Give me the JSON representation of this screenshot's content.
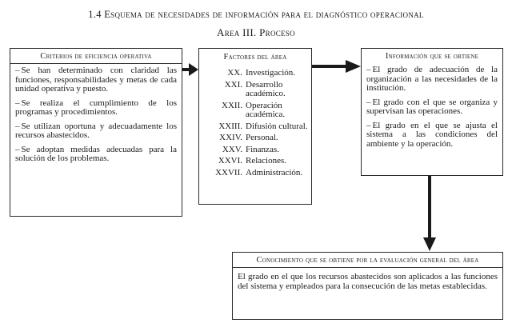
{
  "title": {
    "line1": "1.4  Esquema de necesidades de información para el diagnóstico operacional",
    "line2": "Area III.  Proceso"
  },
  "criterios": {
    "heading": "Criterios de eficiencia operativa",
    "items": [
      "Se han determinado con claridad las funciones, responsabilidades y metas de cada unidad operativa y puesto.",
      "Se realiza el cumplimiento de los programas y procedimientos.",
      "Se utilizan oportuna y adecuadamente los recursos abastecidos.",
      "Se adoptan medidas adecuadas para la solución de los problemas."
    ]
  },
  "factores": {
    "heading": "Factores del área",
    "items": [
      {
        "num": "XX.",
        "label": "Investigación."
      },
      {
        "num": "XXI.",
        "label": "Desarrollo académico."
      },
      {
        "num": "XXII.",
        "label": "Operación académica."
      },
      {
        "num": "XXIII.",
        "label": "Difusión cultural."
      },
      {
        "num": "XXIV.",
        "label": "Personal."
      },
      {
        "num": "XXV.",
        "label": "Finanzas."
      },
      {
        "num": "XXVI.",
        "label": "Relaciones."
      },
      {
        "num": "XXVII.",
        "label": "Administración."
      }
    ]
  },
  "informacion": {
    "heading": "Información que se obtiene",
    "items": [
      "El grado de adecuación de la organización a las necesidades de la institución.",
      "El grado con el que se organiza y supervisan las operaciones.",
      "El grado en el que se ajusta el sistema a las condiciones del ambiente y la operación."
    ]
  },
  "conocimiento": {
    "heading": "Conocimiento que se obtiene por la evaluación general del área",
    "text": "El grado en el que los recursos abastecidos son aplicados a las funciones del sistema y empleados para la consecución de las metas establecidas."
  }
}
